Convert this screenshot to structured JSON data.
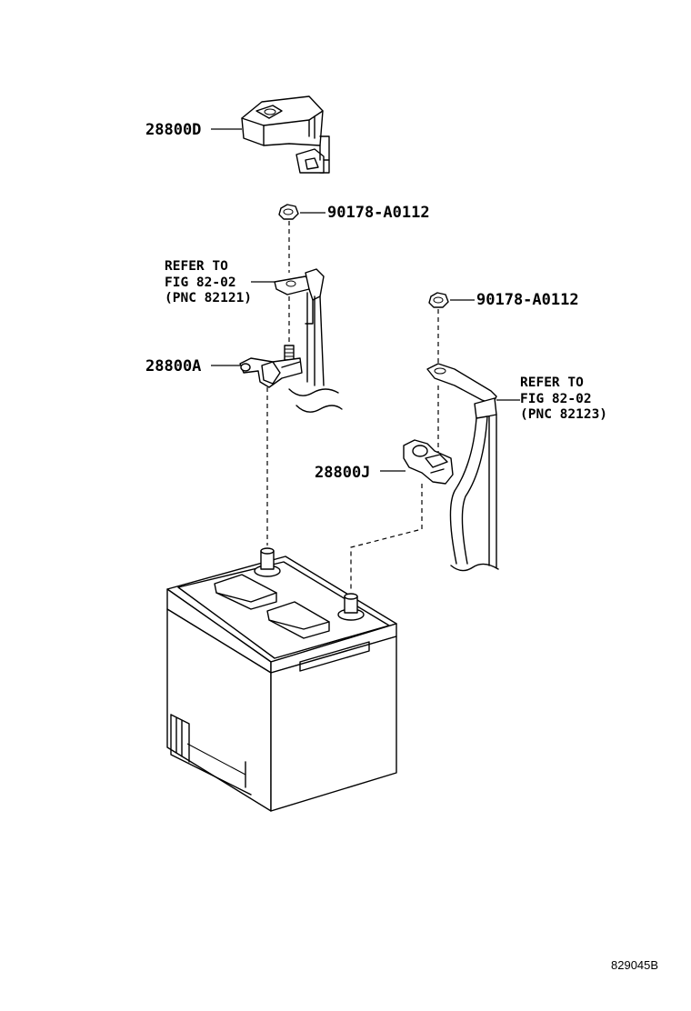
{
  "labels": {
    "cover": "28800D",
    "nut_top": "90178-A0112",
    "refer_1_line1": "REFER TO",
    "refer_1_line2": "FIG 82-02",
    "refer_1_line3": "(PNC 82121)",
    "terminal_pos": "28800A",
    "nut_right": "90178-A0112",
    "refer_2_line1": "REFER TO",
    "refer_2_line2": "FIG 82-02",
    "refer_2_line3": "(PNC 82123)",
    "terminal_neg": "28800J",
    "figure_code": "829045B"
  }
}
